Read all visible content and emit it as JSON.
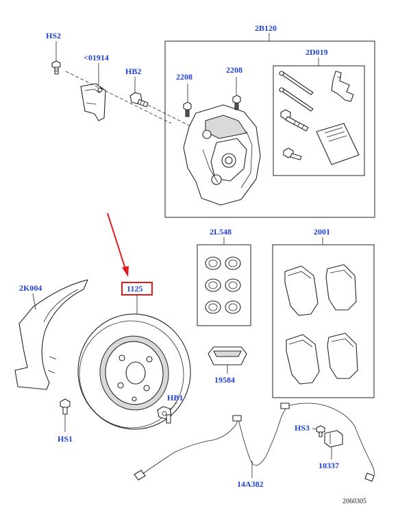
{
  "labels": {
    "hs2": "HS2",
    "clip": "<01914",
    "hb2": "HB2",
    "caliper_kit": "2B120",
    "bleed_left": "2208",
    "bleed_right": "2208",
    "hardware_kit": "2D019",
    "seal_kit": "2L548",
    "pads": "2001",
    "shield": "2K004",
    "disc": "1125",
    "hb1": "HB1",
    "hs1": "HS1",
    "sensor": "19584",
    "hs3": "HS3",
    "bracket": "10337",
    "hose": "14A382",
    "diagram_ref": "2060305"
  },
  "colors": {
    "label": "#1f3fd8",
    "highlight": "#e01b1b",
    "line": "#222222"
  }
}
